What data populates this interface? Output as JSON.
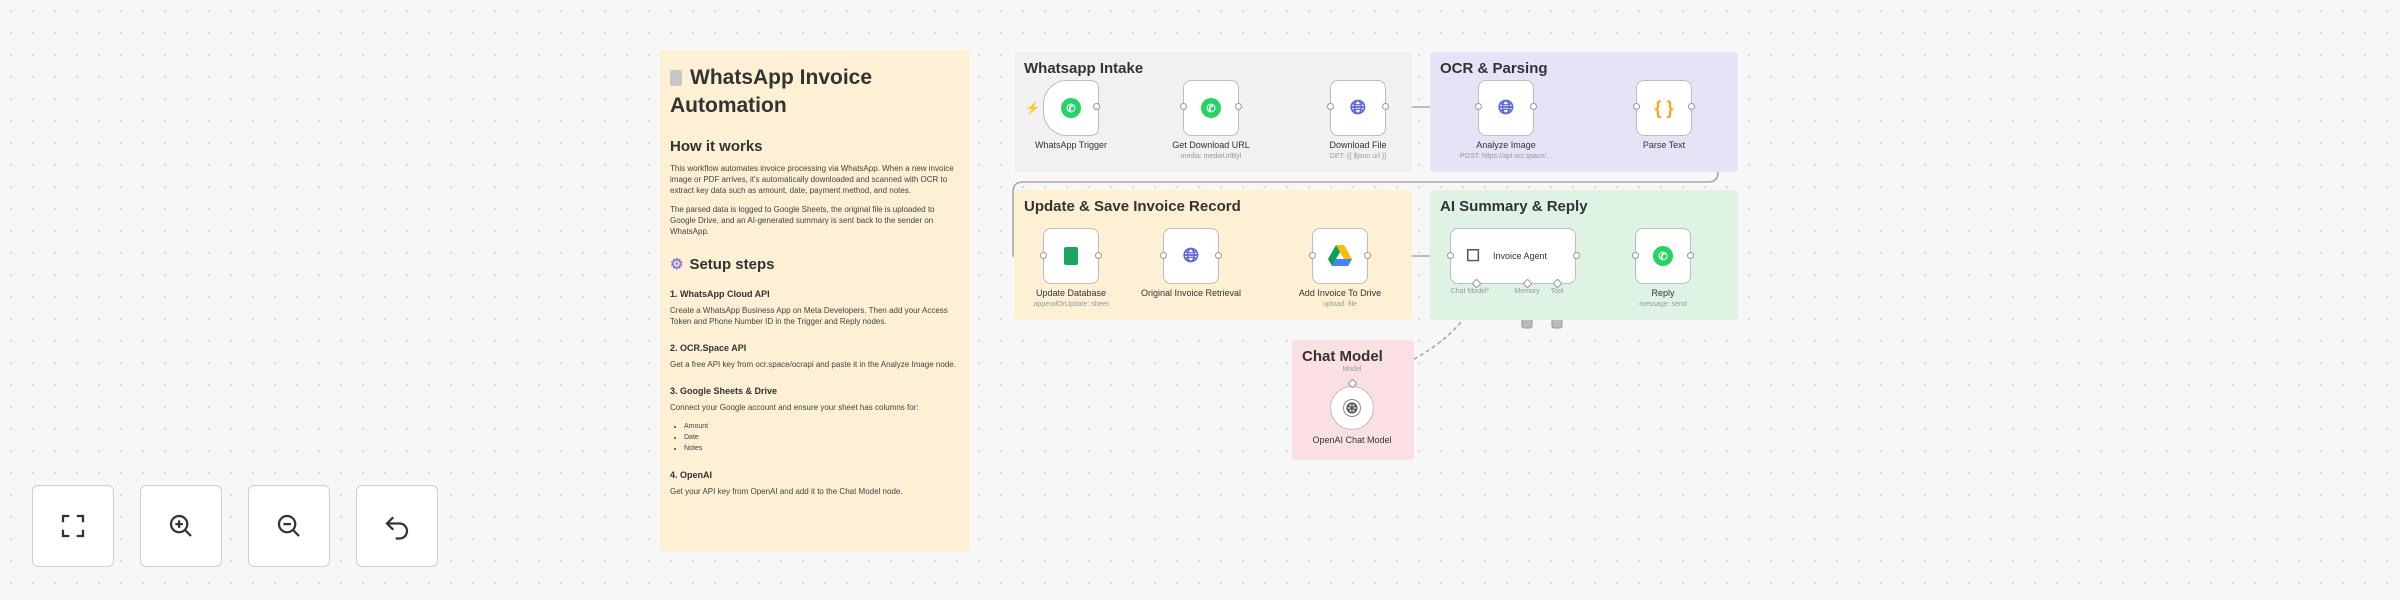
{
  "note": {
    "title": "WhatsApp Invoice Automation",
    "how_heading": "How it works",
    "how_p1": "This workflow automates invoice processing via WhatsApp. When a new invoice image or PDF arrives, it's automatically downloaded and scanned with OCR to extract key data such as amount, date, payment method, and notes.",
    "how_p2": "The parsed data is logged to Google Sheets, the original file is uploaded to Google Drive, and an AI-generated summary is sent back to the sender on WhatsApp.",
    "setup_heading": "Setup steps",
    "steps": [
      {
        "title": "1. WhatsApp Cloud API",
        "text": "Create a WhatsApp Business App on Meta Developers. Then add your Access Token and Phone Number ID in the Trigger and Reply nodes."
      },
      {
        "title": "2. OCR.Space API",
        "text": "Get a free API key from ocr.space/ocrapi and paste it in the Analyze Image node."
      },
      {
        "title": "3. Google Sheets & Drive",
        "text": "Connect your Google account and ensure your sheet has columns for:",
        "bullets": [
          "Amount",
          "Date",
          "Notes"
        ]
      },
      {
        "title": "4. OpenAI",
        "text": "Get your API key from OpenAI and add it to the Chat Model node."
      }
    ]
  },
  "groups": {
    "intake": "Whatsapp Intake",
    "ocr": "OCR & Parsing",
    "update": "Update & Save Invoice Record",
    "ai": "AI Summary & Reply",
    "chat": "Chat Model"
  },
  "nodes": {
    "trigger": {
      "label": "WhatsApp Trigger"
    },
    "get_url": {
      "label": "Get Download URL",
      "sub": "media: mediaUrlByl"
    },
    "download": {
      "label": "Download File",
      "sub": "GET: {{ $json.url }}"
    },
    "analyze": {
      "label": "Analyze Image",
      "sub": "POST: https://api.ocr.space/..."
    },
    "parse": {
      "label": "Parse Text"
    },
    "update_db": {
      "label": "Update Database",
      "sub": "appendOrUpdate: sheet"
    },
    "original": {
      "label": "Original Invoice Retrieval"
    },
    "add_drive": {
      "label": "Add Invoice To Drive",
      "sub": "upload: file"
    },
    "agent": {
      "label": "Invoice Agent",
      "ports": [
        "Chat Model*",
        "Memory",
        "Tool"
      ]
    },
    "reply": {
      "label": "Reply",
      "sub": "message: send"
    },
    "openai": {
      "label": "OpenAI Chat Model",
      "port": "Model"
    }
  },
  "controls": [
    "fit-view",
    "zoom-in",
    "zoom-out",
    "reset"
  ],
  "colors": {
    "note_bg": "#fdf0d4",
    "intake_bg": "#f1f1f1",
    "ocr_bg": "#e6e3f7",
    "update_bg": "#fdf0d4",
    "ai_bg": "#dff3e4",
    "chat_bg": "#fbe0e3",
    "whatsapp": "#25d366"
  }
}
